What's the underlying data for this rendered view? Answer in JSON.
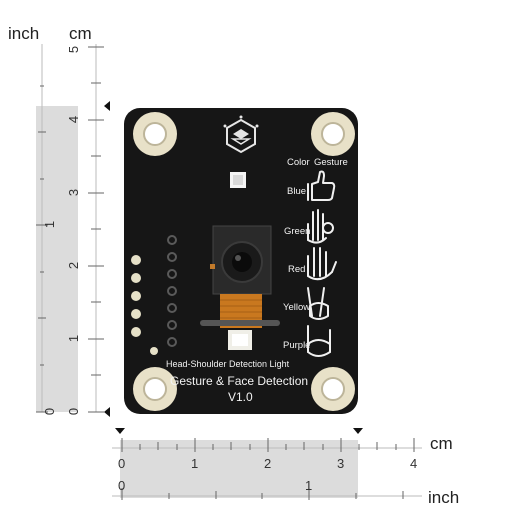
{
  "vertical_ruler": {
    "unit_inch": "inch",
    "unit_cm": "cm",
    "cm_labels": [
      "0",
      "1",
      "2",
      "3",
      "4",
      "5"
    ],
    "inch_labels": [
      "0",
      "1"
    ]
  },
  "horizontal_ruler": {
    "unit_cm": "cm",
    "unit_inch": "inch",
    "cm_labels": [
      "0",
      "1",
      "2",
      "3",
      "4"
    ],
    "inch_labels": [
      "0",
      "1"
    ]
  },
  "board": {
    "header_color": "Color",
    "header_gesture": "Gesture",
    "rows": [
      {
        "color": "Blue"
      },
      {
        "color": "Green"
      },
      {
        "color": "Red"
      },
      {
        "color": "Yellow"
      },
      {
        "color": "Purple"
      }
    ],
    "light_label": "Head-Shoulder Detection Light",
    "title": "Gesture & Face Detection",
    "version": "V1.0",
    "pcb_color": "#161616",
    "hole_color": "#e8e1c8"
  }
}
